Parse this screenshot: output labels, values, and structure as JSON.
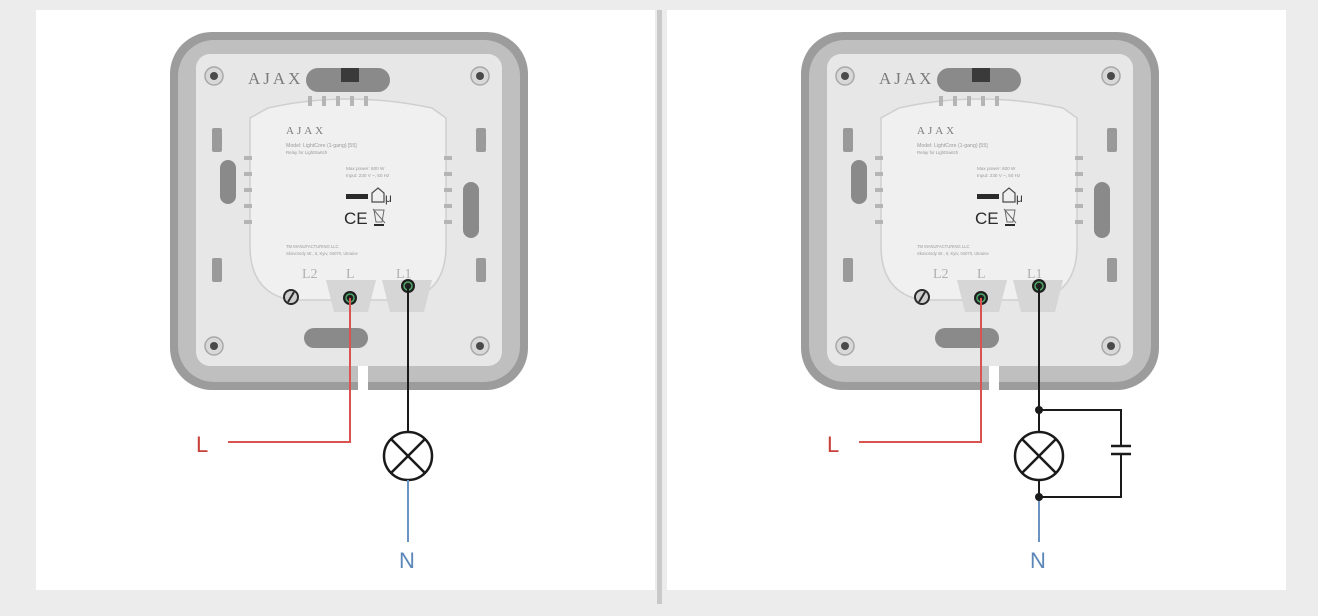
{
  "colors": {
    "background": "#ececec",
    "panel": "#ffffff",
    "frame": "#9c9c9c",
    "frame_inner": "#bfbfbf",
    "plate": "#e7e7e7",
    "module": "#f0f0f0",
    "live_wire": "#d9534f",
    "neutral_wire": "#6b93c3",
    "load_wire": "#1a1a1a",
    "label_live": "#c9403b",
    "label_neutral": "#5a86b8"
  },
  "icons": [
    "lamp-symbol-icon",
    "capacitor-symbol-icon",
    "ce-mark-icon",
    "weee-bin-icon",
    "screw-terminal-icon"
  ],
  "diagrams": [
    {
      "device": {
        "brand": "AJAX",
        "model_line": "Model: LightCore (1-gang) [55]",
        "subtitle_line": "Relay for LightSwitch",
        "max_power_line": "Max power: 600 W",
        "input_line": "Input: 230 V ~, 50 Hz",
        "ce_mark": "CE",
        "mu_mark": "μ",
        "manufacturer_line1": "TM MANUFACTURING LLC",
        "manufacturer_line2": "Skovorody str., 5, Kyiv, 04070, Ukraine",
        "terminals": [
          "L2",
          "L",
          "L1"
        ]
      },
      "wires": {
        "live_label": "L",
        "neutral_label": "N"
      },
      "has_capacitor": false
    },
    {
      "device": {
        "brand": "AJAX",
        "model_line": "Model: LightCore (1-gang) [55]",
        "subtitle_line": "Relay for LightSwitch",
        "max_power_line": "Max power: 600 W",
        "input_line": "Input: 230 V ~, 50 Hz",
        "ce_mark": "CE",
        "mu_mark": "μ",
        "manufacturer_line1": "TM MANUFACTURING LLC",
        "manufacturer_line2": "Skovorody str., 5, Kyiv, 04070, Ukraine",
        "terminals": [
          "L2",
          "L",
          "L1"
        ]
      },
      "wires": {
        "live_label": "L",
        "neutral_label": "N"
      },
      "has_capacitor": true
    }
  ]
}
